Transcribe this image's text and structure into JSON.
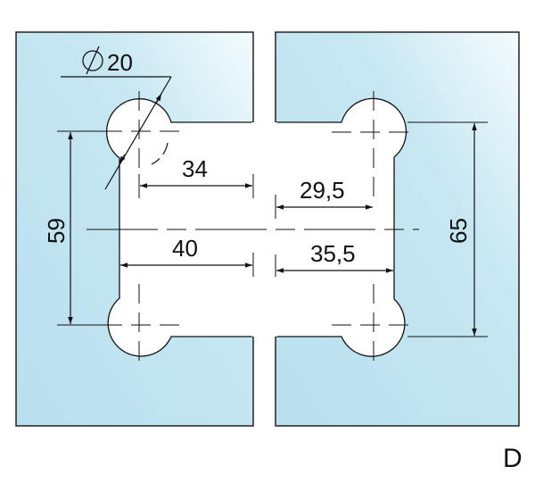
{
  "colors": {
    "glass": "#bfe3f0",
    "glass_highlight": "#ffffff",
    "line": "#111111"
  },
  "dimensions": {
    "diameter": "20",
    "diameter_symbol": "∅",
    "left_hole_to_edge": "34",
    "left_cutout_depth": "40",
    "left_hole_spacing": "59",
    "right_hole_to_edge": "29,5",
    "right_cutout_depth": "35,5",
    "right_hole_spacing": "65"
  },
  "variant_label": "D"
}
